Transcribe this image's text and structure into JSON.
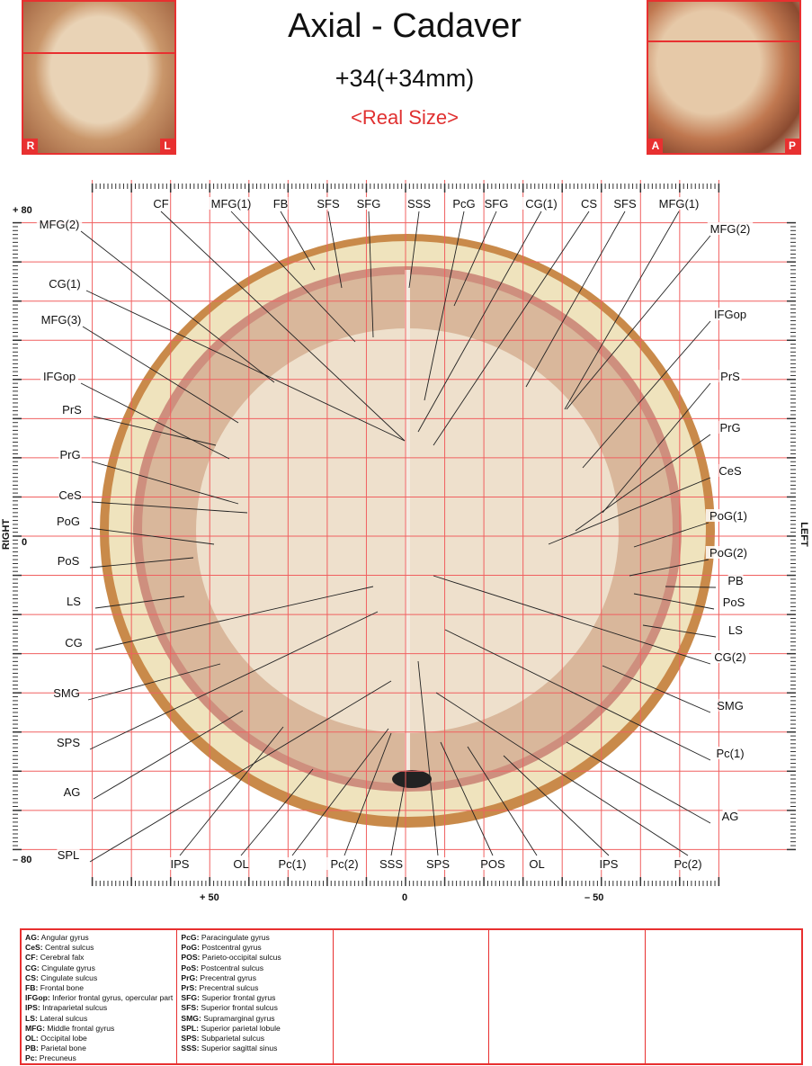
{
  "header": {
    "title": "Axial - Cadaver",
    "position": "+34(+34mm)",
    "size": "<Real Size>"
  },
  "thumbnails": {
    "coronal": {
      "left": "R",
      "right": "L"
    },
    "sagittal": {
      "left": "A",
      "right": "P"
    }
  },
  "axes": {
    "top": "+ 80",
    "zero_left": "0",
    "bottom": "– 80",
    "right_side": "RIGHT",
    "left_side": "LEFT",
    "x_ticks": [
      "+ 50",
      "0",
      "– 50"
    ]
  },
  "labels": {
    "top": [
      "CF",
      "MFG(1)",
      "FB",
      "SFS",
      "SFG",
      "SSS",
      "PcG",
      "SFG",
      "CG(1)",
      "CS",
      "SFS",
      "MFG(1)"
    ],
    "left": [
      "MFG(2)",
      "CG(1)",
      "MFG(3)",
      "IFGop",
      "PrS",
      "PrG",
      "CeS",
      "PoG",
      "PoS",
      "LS",
      "CG",
      "SMG",
      "SPS",
      "AG",
      "SPL"
    ],
    "bottom": [
      "IPS",
      "OL",
      "Pc(1)",
      "Pc(2)",
      "SSS",
      "SPS",
      "POS",
      "OL",
      "IPS",
      "Pc(2)"
    ],
    "right": [
      "MFG(2)",
      "IFGop",
      "PrS",
      "PrG",
      "CeS",
      "PoG(1)",
      "PoG(2)",
      "PB",
      "PoS",
      "LS",
      "CG(2)",
      "SMG",
      "Pc(1)",
      "AG"
    ]
  },
  "legend": {
    "col1": [
      [
        "AG:",
        "Angular gyrus"
      ],
      [
        "CeS:",
        "Central sulcus"
      ],
      [
        "CF:",
        "Cerebral falx"
      ],
      [
        "CG:",
        "Cingulate gyrus"
      ],
      [
        "CS:",
        "Cingulate sulcus"
      ],
      [
        "FB:",
        "Frontal bone"
      ],
      [
        "IFGop:",
        "Inferior frontal gyrus, opercular part"
      ],
      [
        "IPS:",
        "Intraparietal sulcus"
      ],
      [
        "LS:",
        "Lateral sulcus"
      ],
      [
        "MFG:",
        "Middle frontal gyrus"
      ],
      [
        "OL:",
        "Occipital lobe"
      ],
      [
        "PB:",
        "Parietal bone"
      ],
      [
        "Pc:",
        "Precuneus"
      ]
    ],
    "col2": [
      [
        "PcG:",
        "Paracingulate gyrus"
      ],
      [
        "PoG:",
        "Postcentral gyrus"
      ],
      [
        "POS:",
        "Parieto-occipital sulcus"
      ],
      [
        "PoS:",
        "Postcentral sulcus"
      ],
      [
        "PrG:",
        "Precentral gyrus"
      ],
      [
        "PrS:",
        "Precentral sulcus"
      ],
      [
        "SFG:",
        "Superior frontal gyrus"
      ],
      [
        "SFS:",
        "Superior frontal sulcus"
      ],
      [
        "SMG:",
        "Supramarginal gyrus"
      ],
      [
        "SPL:",
        "Superior parietal lobule"
      ],
      [
        "SPS:",
        "Subparietal sulcus"
      ],
      [
        "SSS:",
        "Superior sagittal sinus"
      ]
    ]
  },
  "colors": {
    "accent": "#e83030",
    "grid": "#f06060"
  }
}
